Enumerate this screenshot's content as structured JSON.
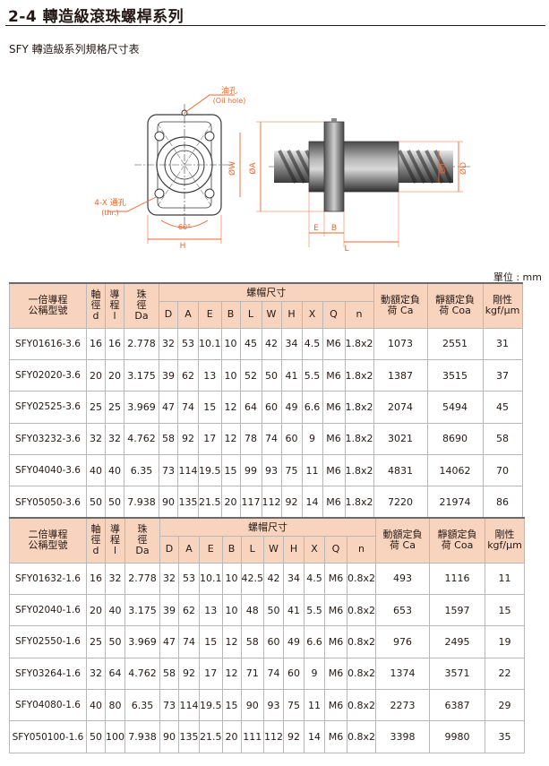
{
  "page": {
    "title": "2-4 轉造級滾珠螺桿系列",
    "subtitle": "SFY 轉造級系列規格尺寸表",
    "unit_note": "單位 : mm"
  },
  "drawing": {
    "oil_hole_label_cn": "油孔",
    "oil_hole_label_en": "(Oil hole)",
    "hole_label_cn": "4-X 通孔",
    "hole_label_en": "(thr.)",
    "angle_label": "60°",
    "dim_W": "ØW",
    "dim_H": "H",
    "dim_A": "ØA",
    "dim_d": "Ød",
    "dim_D": "ØD",
    "dim_E": "E",
    "dim_B": "B",
    "dim_L": "L",
    "colors": {
      "orange": "#f0642a",
      "outline": "#3a3a3a",
      "header_fill": "#f8d4bf"
    }
  },
  "table_headers": {
    "model_1x": [
      "一倍導程",
      "公稱型號"
    ],
    "model_2x": [
      "二倍導程",
      "公稱型號"
    ],
    "shaft": [
      "軸",
      "徑",
      "d"
    ],
    "lead": [
      "導",
      "程",
      "l"
    ],
    "ball": [
      "珠",
      "徑",
      "Da"
    ],
    "nut_dims": "螺帽尺寸",
    "dim_cols": [
      "D",
      "A",
      "E",
      "B",
      "L",
      "W",
      "H",
      "X",
      "Q",
      "n"
    ],
    "dyn_load": [
      "動額定負",
      "荷 Ca"
    ],
    "static_load": [
      "靜額定負",
      "荷 Coa"
    ],
    "stiffness": [
      "剛性",
      "kgf/μm"
    ]
  },
  "table_1x": [
    [
      "SFY01616-3.6",
      "16",
      "16",
      "2.778",
      "32",
      "53",
      "10.1",
      "10",
      "45",
      "42",
      "34",
      "4.5",
      "M6",
      "1.8x2",
      "1073",
      "2551",
      "31"
    ],
    [
      "SFY02020-3.6",
      "20",
      "20",
      "3.175",
      "39",
      "62",
      "13",
      "10",
      "52",
      "50",
      "41",
      "5.5",
      "M6",
      "1.8x2",
      "1387",
      "3515",
      "37"
    ],
    [
      "SFY02525-3.6",
      "25",
      "25",
      "3.969",
      "47",
      "74",
      "15",
      "12",
      "64",
      "60",
      "49",
      "6.6",
      "M6",
      "1.8x2",
      "2074",
      "5494",
      "45"
    ],
    [
      "SFY03232-3.6",
      "32",
      "32",
      "4.762",
      "58",
      "92",
      "17",
      "12",
      "78",
      "74",
      "60",
      "9",
      "M6",
      "1.8x2",
      "3021",
      "8690",
      "58"
    ],
    [
      "SFY04040-3.6",
      "40",
      "40",
      "6.35",
      "73",
      "114",
      "19.5",
      "15",
      "99",
      "93",
      "75",
      "11",
      "M6",
      "1.8x2",
      "4831",
      "14062",
      "70"
    ],
    [
      "SFY05050-3.6",
      "50",
      "50",
      "7.938",
      "90",
      "135",
      "21.5",
      "20",
      "117",
      "112",
      "92",
      "14",
      "M6",
      "1.8x2",
      "7220",
      "21974",
      "86"
    ]
  ],
  "table_2x": [
    [
      "SFY01632-1.6",
      "16",
      "32",
      "2.778",
      "32",
      "53",
      "10.1",
      "10",
      "42.5",
      "42",
      "34",
      "4.5",
      "M6",
      "0.8x2",
      "493",
      "1116",
      "11"
    ],
    [
      "SFY02040-1.6",
      "20",
      "40",
      "3.175",
      "39",
      "62",
      "13",
      "10",
      "48",
      "50",
      "41",
      "5.5",
      "M6",
      "0.8x2",
      "653",
      "1597",
      "15"
    ],
    [
      "SFY02550-1.6",
      "25",
      "50",
      "3.969",
      "47",
      "74",
      "15",
      "12",
      "58",
      "60",
      "49",
      "6.6",
      "M6",
      "0.8x2",
      "976",
      "2495",
      "19"
    ],
    [
      "SFY03264-1.6",
      "32",
      "64",
      "4.762",
      "58",
      "92",
      "17",
      "12",
      "71",
      "74",
      "60",
      "9",
      "M6",
      "0.8x2",
      "1374",
      "3571",
      "22"
    ],
    [
      "SFY04080-1.6",
      "40",
      "80",
      "6.35",
      "73",
      "114",
      "19.5",
      "15",
      "90",
      "93",
      "75",
      "11",
      "M6",
      "0.8x2",
      "2273",
      "6387",
      "29"
    ],
    [
      "SFY050100-1.6",
      "50",
      "100",
      "7.938",
      "90",
      "135",
      "21.5",
      "20",
      "111",
      "112",
      "92",
      "14",
      "M6",
      "0.8x2",
      "3398",
      "9980",
      "35"
    ]
  ]
}
